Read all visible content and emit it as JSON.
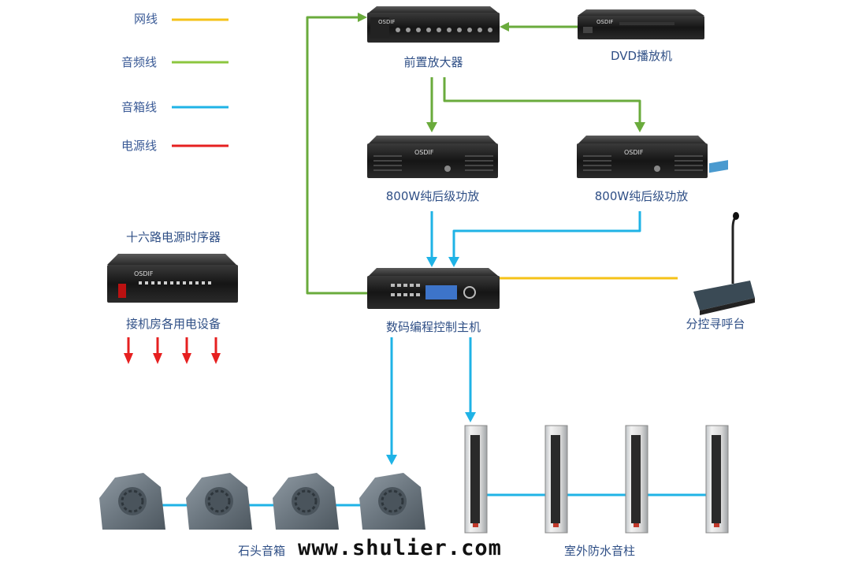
{
  "legend": [
    {
      "label": "网线",
      "color": "#f5c218"
    },
    {
      "label": "音频线",
      "color": "#8cc63f"
    },
    {
      "label": "音箱线",
      "color": "#1fb3e6"
    },
    {
      "label": "电源线",
      "color": "#e62020"
    }
  ],
  "devices": {
    "preamp": "前置放大器",
    "dvd": "DVD播放机",
    "amp_left": "800W纯后级功放",
    "amp_right": "800W纯后级功放",
    "sequencer_title": "十六路电源时序器",
    "sequencer_note": "接机房各用电设备",
    "controller": "数码编程控制主机",
    "paging": "分控寻呼台",
    "stone_speakers": "石头音箱",
    "column_speakers": "室外防水音柱"
  },
  "device_brand": "OSDIF",
  "watermark": "www.shulier.com"
}
